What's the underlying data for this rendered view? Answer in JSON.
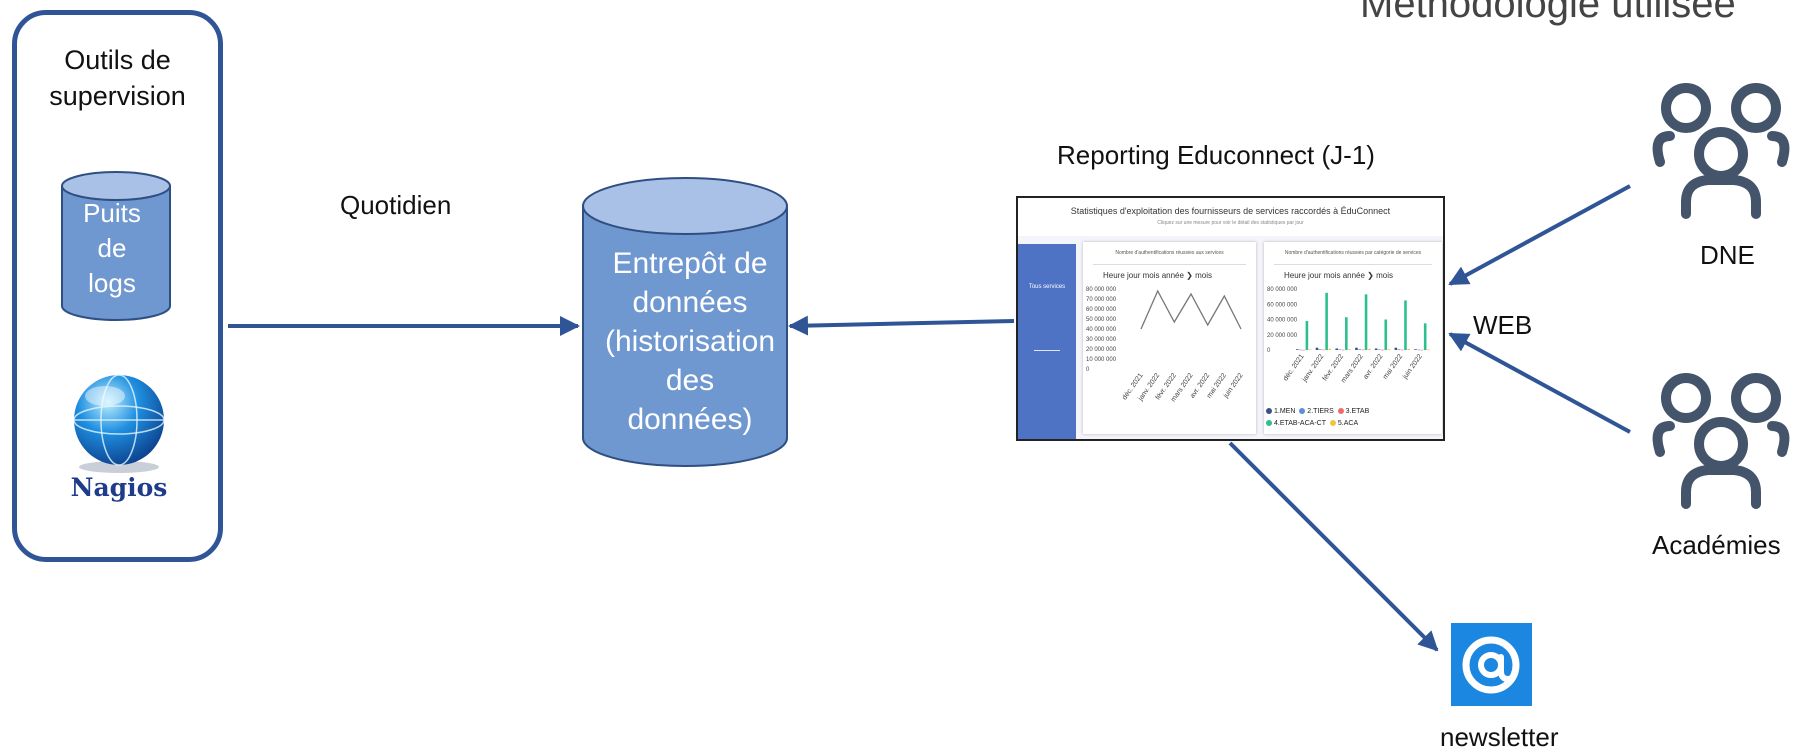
{
  "page_title": "Méthodologie utilisée",
  "supervision": {
    "title": "Outils de supervision",
    "logs_label": [
      "Puits",
      "de",
      "logs"
    ],
    "nagios_logo": "Nagios",
    "nagios_icon": "globe-icon"
  },
  "flow_label": "Quotidien",
  "warehouse": {
    "label": [
      "Entrepôt de",
      "données",
      "(historisation",
      "des",
      "données)"
    ]
  },
  "reporting": {
    "caption": "Reporting Educonnect (J-1)",
    "dashboard_title": "Statistiques d'exploitation des fournisseurs de services raccordés à ÉduConnect",
    "dashboard_subtitle": "Cliquez sur une mesure pour voir le détail des statistiques par jour",
    "sidebar_label": "Tous services",
    "left_chart": {
      "title": "Nombre d'authentifications réussies aux services",
      "drill": "Heure jour mois année  ❯  mois",
      "ticks": [
        "80 000 000",
        "70 000 000",
        "60 000 000",
        "50 000 000",
        "40 000 000",
        "30 000 000",
        "20 000 000",
        "10 000 000",
        "0"
      ]
    },
    "right_chart": {
      "title": "Nombre d'authentifications réussies par catégorie de services",
      "drill": "Heure jour mois année  ❯  mois",
      "ticks": [
        "80 000 000",
        "60 000 000",
        "40 000 000",
        "20 000 000",
        "0"
      ]
    },
    "months": [
      "déc. 2021",
      "janv. 2022",
      "févr. 2022",
      "mars 2022",
      "avr. 2022",
      "mai 2022",
      "juin 2022"
    ],
    "legend": [
      "1.MEN",
      "2.TIERS",
      "3.ETAB",
      "4.ETAB-ACA-CT",
      "5.ACA"
    ],
    "legend_colors": [
      "#3d4f8f",
      "#5b8fd6",
      "#f06a6a",
      "#2fbf8f",
      "#f2c43a"
    ]
  },
  "web_label": "WEB",
  "users": [
    {
      "label": "DNE",
      "icon": "users-group-icon"
    },
    {
      "label": "Académies",
      "icon": "users-group-icon"
    }
  ],
  "newsletter": {
    "label": "newsletter",
    "icon": "at-sign-icon"
  },
  "colors": {
    "accent": "#2f5597",
    "cylinder": "#6f97d0",
    "cylinder_top": "#a9c1e6",
    "person": "#44546a",
    "newsletter": "#1b87e0"
  },
  "chart_data": [
    {
      "type": "line",
      "title": "Nombre d'authentifications réussies aux services",
      "categories": [
        "déc. 2021",
        "janv. 2022",
        "févr. 2022",
        "mars 2022",
        "avr. 2022",
        "mai 2022",
        "juin 2022"
      ],
      "values": [
        40000000,
        78000000,
        47000000,
        75000000,
        44000000,
        73000000,
        40000000
      ],
      "ylim": [
        0,
        80000000
      ]
    },
    {
      "type": "bar",
      "title": "Nombre d'authentifications réussies par catégorie de services",
      "categories": [
        "déc. 2021",
        "janv. 2022",
        "févr. 2022",
        "mars 2022",
        "avr. 2022",
        "mai 2022",
        "juin 2022"
      ],
      "series": [
        {
          "name": "1.MEN",
          "values": [
            1000000,
            3000000,
            2000000,
            3000000,
            2000000,
            3000000,
            1000000
          ]
        },
        {
          "name": "2.TIERS",
          "values": [
            500000,
            1000000,
            800000,
            1000000,
            800000,
            1000000,
            500000
          ]
        },
        {
          "name": "3.ETAB",
          "values": [
            300000,
            500000,
            400000,
            500000,
            400000,
            500000,
            300000
          ]
        },
        {
          "name": "4.ETAB-ACA-CT",
          "values": [
            38000000,
            75000000,
            43000000,
            73000000,
            40000000,
            65000000,
            35000000
          ]
        },
        {
          "name": "5.ACA",
          "values": [
            800000,
            1500000,
            1000000,
            1500000,
            1000000,
            1400000,
            700000
          ]
        }
      ],
      "ylim": [
        0,
        80000000
      ]
    }
  ]
}
